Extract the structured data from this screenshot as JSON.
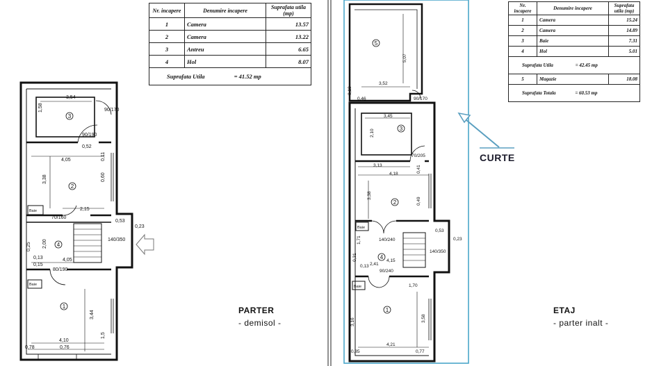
{
  "table_parter": {
    "headers": [
      "Nr. incapere",
      "Denumire incapere",
      "Suprafata utila (mp)"
    ],
    "rows": [
      {
        "nr": "1",
        "name": "Camera",
        "area": "13.57"
      },
      {
        "nr": "2",
        "name": "Camera",
        "area": "13.22"
      },
      {
        "nr": "3",
        "name": "Antreu",
        "area": "6.65"
      },
      {
        "nr": "4",
        "name": "Hol",
        "area": "8.07"
      }
    ],
    "total_label": "Suprafata Utila",
    "total_value": "= 41.52 mp"
  },
  "table_etaj": {
    "headers": [
      "Nr. incapere",
      "Denumire incapere",
      "Suprafata utila (mp)"
    ],
    "rows": [
      {
        "nr": "1",
        "name": "Camera",
        "area": "15.24"
      },
      {
        "nr": "2",
        "name": "Camera",
        "area": "14.89"
      },
      {
        "nr": "3",
        "name": "Baie",
        "area": "7.31"
      },
      {
        "nr": "4",
        "name": "Hol",
        "area": "5.01"
      }
    ],
    "subtotal_label": "Suprafata Utila",
    "subtotal_value": "= 42.45 mp",
    "extra_row": {
      "nr": "5",
      "name": "Magazie",
      "area": "18.08"
    },
    "total_label": "Suprafata Totala",
    "total_value": "= 60.53 mp"
  },
  "labels": {
    "parter_title": "PARTER",
    "parter_sub": "- demisol -",
    "etaj_title": "ETAJ",
    "etaj_sub": "- parter inalt -",
    "curte": "CURTE"
  },
  "plan_parter": {
    "room_numbers": [
      "1",
      "2",
      "3",
      "4"
    ],
    "bath_label": "Baie",
    "dims": [
      "3,54",
      "1,58",
      "90/170",
      "90/190",
      "0,52",
      "4,05",
      "3,38",
      "0,11",
      "0,60",
      "2,15",
      "70/160",
      "0,53",
      "0,23",
      "140/350",
      "0,25",
      "2,00",
      "0,13",
      "0,15",
      "4,05",
      "80/190",
      "3,44",
      "4,10",
      "0,78",
      "0,76",
      "1,5"
    ]
  },
  "plan_etaj": {
    "room_numbers": [
      "1",
      "2",
      "3",
      "4",
      "5"
    ],
    "bath_label": "Baie",
    "dims": [
      "5,07",
      "3,52",
      "0,18",
      "0,46",
      "90/170",
      "3,45",
      "2,10",
      "70/205",
      "3,13",
      "0,41",
      "4,18",
      "3,38",
      "0,49",
      "140/240",
      "0,53",
      "0,23",
      "1,71",
      "140/350",
      "2,41",
      "4,15",
      "0,13",
      "0,31",
      "90/240",
      "1,70",
      "3,16",
      "3,58",
      "4,21",
      "0,85",
      "0,77"
    ]
  },
  "colors": {
    "ink": "#111111",
    "highlight": "#4aa7c9",
    "arrow": "#5a9fc0",
    "divider": "#222222"
  }
}
